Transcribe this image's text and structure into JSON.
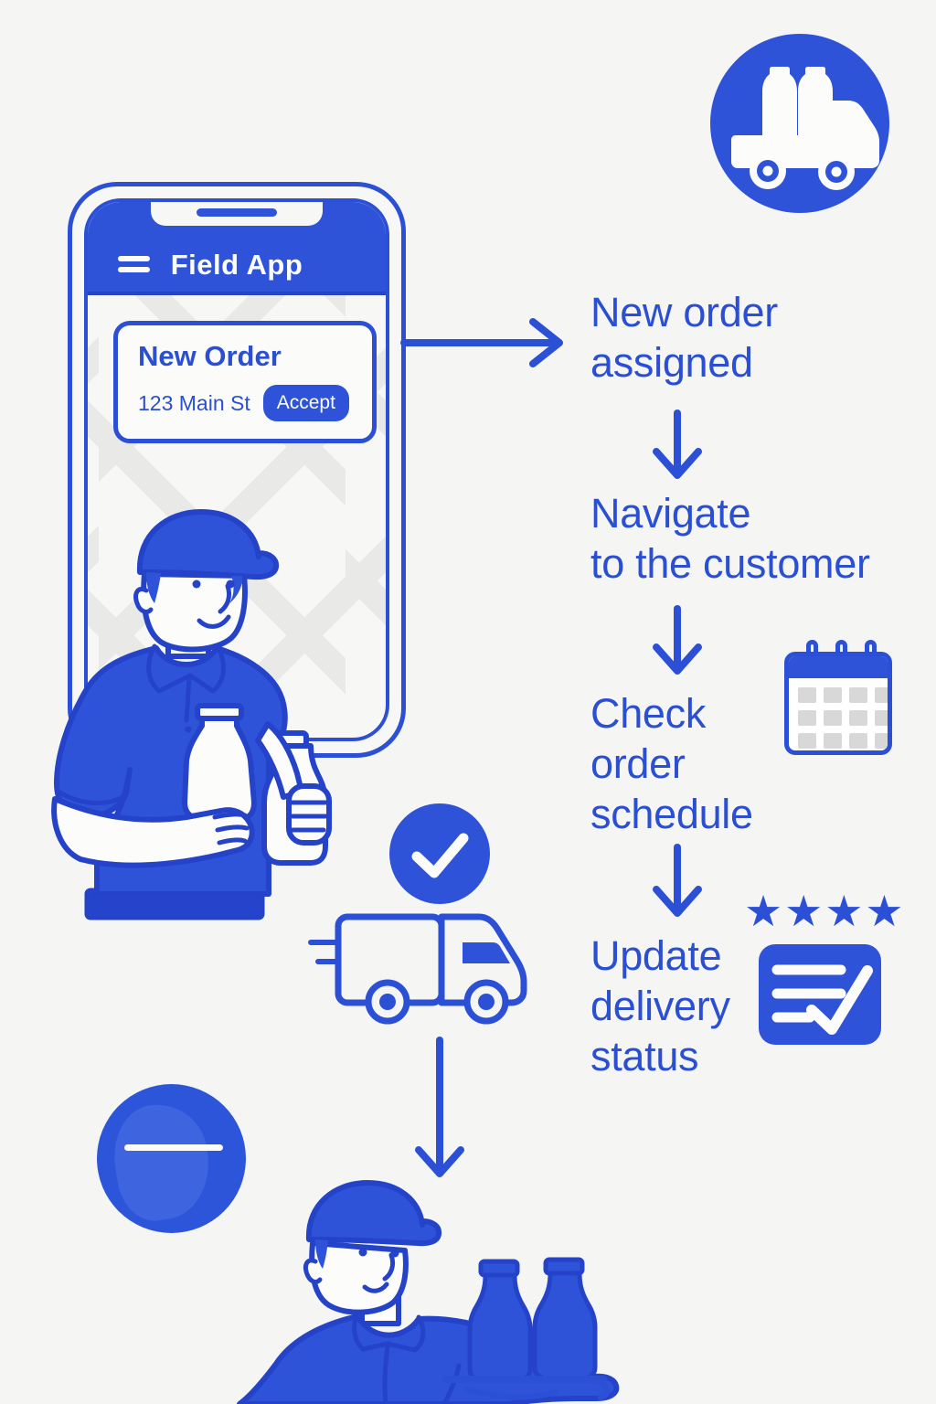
{
  "page": {
    "background_color": "#F5F5F3",
    "accent_color": "#2B50D5",
    "fill_blue": "#2E53D9",
    "outline_blue": "#2443C8"
  },
  "badge": {
    "icon": "milk-truck"
  },
  "phone": {
    "title": "Field App",
    "menu_icon": "hamburger",
    "order_card": {
      "heading": "New Order",
      "address": "123 Main St",
      "accept_label": "Accept"
    }
  },
  "flow": {
    "steps": [
      {
        "label": "New order\nassigned"
      },
      {
        "label": "Navigate\nto the customer"
      },
      {
        "label": "Check\norder\nschedule",
        "icon": "calendar"
      },
      {
        "label": "Update\ndelivery\nstatus",
        "icon": "checklist",
        "rating_stars": "★★★★"
      }
    ]
  },
  "illustrations": {
    "phone_person": "milkman-holding-bottles",
    "van": "delivery-van",
    "van_status": "check-circle",
    "bottom_person": "milkman-with-bottle-tray",
    "decorative": "blue-circle-with-highlight"
  }
}
